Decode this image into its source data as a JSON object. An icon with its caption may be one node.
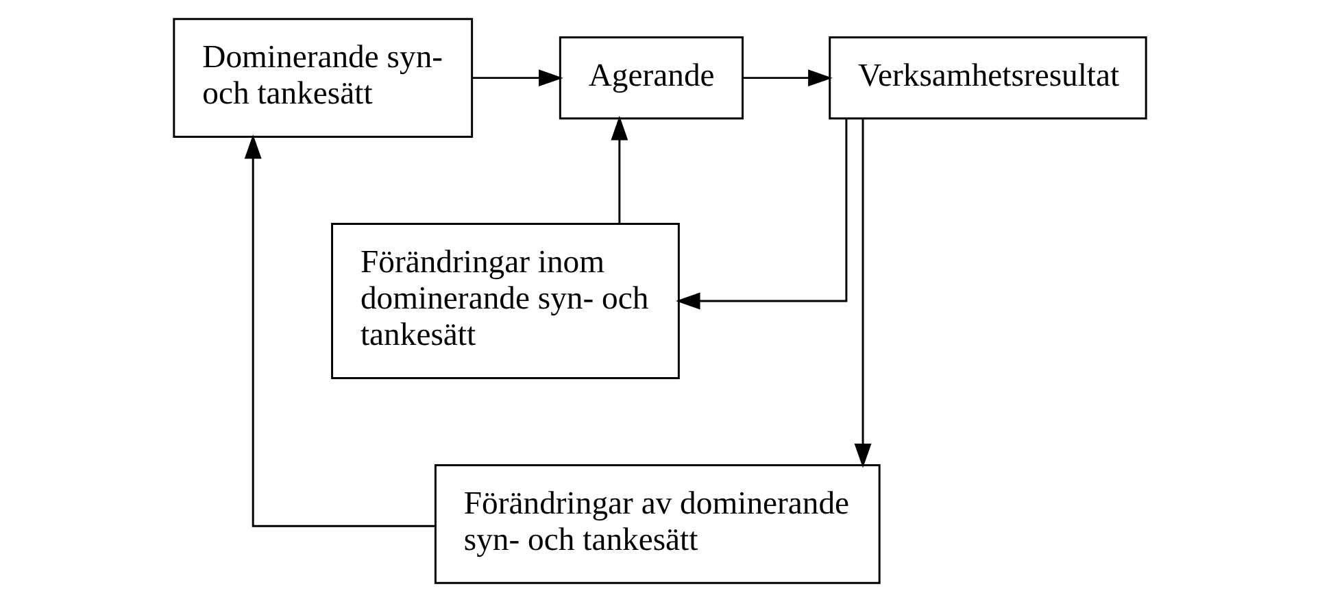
{
  "diagram": {
    "nodes": [
      {
        "text": [
          "Dominerande syn- och tankesätt"
        ]
      },
      {
        "text": [
          "Agerande"
        ]
      },
      {
        "text": [
          "Verksamhetsresultat"
        ]
      },
      {
        "text": [
          "Förändringar inom dominerande syn- och tankesätt"
        ]
      },
      {
        "text": [
          "Förändringar av dominerande syn- och tankesätt"
        ]
      }
    ],
    "edges": [
      {
        "from": 0,
        "to": 1,
        "arrow": "to"
      },
      {
        "from": 1,
        "to": 2,
        "arrow": "to"
      },
      {
        "from": 3,
        "to": 1,
        "arrow": "to"
      },
      {
        "from": 2,
        "to": 3,
        "arrow": "to"
      },
      {
        "from": 2,
        "to": 4,
        "arrow": "to"
      },
      {
        "from": 4,
        "to": 0,
        "arrow": "to"
      }
    ]
  }
}
